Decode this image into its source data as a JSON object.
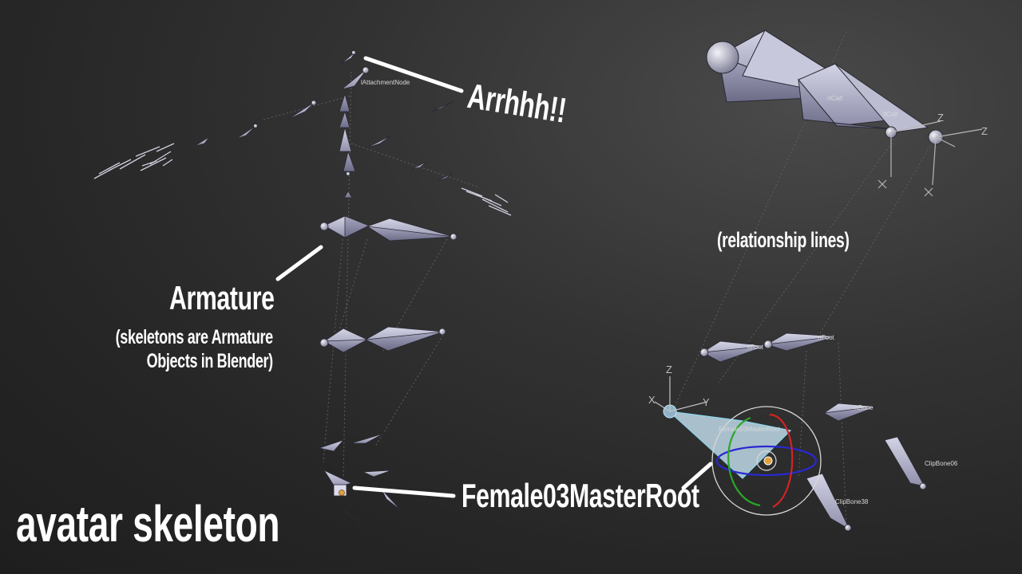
{
  "captions": {
    "arrhhh": "Arrhhh!!",
    "relationship_lines": "(relationship lines)",
    "armature_title": "Armature",
    "armature_sub_line1": "(skeletons are Armature",
    "armature_sub_line2": "Objects in Blender)",
    "root_label": "Female03MasterRoot",
    "slide_title": "avatar skeleton"
  },
  "bone_labels": {
    "attachment": "lAttachmentNode",
    "rt_calf": "rtCalf",
    "lf_calf": "lfCalf",
    "lf_foot": "lfFoot",
    "rt_foot": "rtFoot",
    "master_root": "Female03MasterRoot",
    "rt_bone": "rtBone",
    "clip_bone": "ClipBone06",
    "clip_bone_2": "ClipBone38"
  },
  "axes": {
    "z": "Z",
    "x": "X",
    "y": "Y"
  },
  "colors": {
    "background": "#2b2b2b",
    "caption_text": "#ffffff",
    "bone_fill": "#a9a9c4",
    "bone_stroke": "#2a2a35",
    "gizmo_red": "#d42323",
    "gizmo_green": "#2aa52a",
    "gizmo_blue": "#2828d0",
    "selected_bone": "#8fb2c8"
  }
}
